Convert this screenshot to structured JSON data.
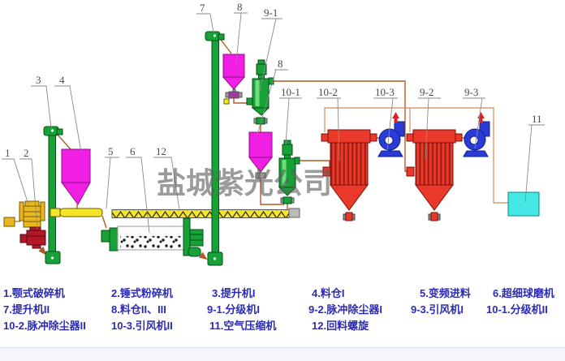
{
  "watermark": "盐城紫光公司",
  "callouts": {
    "c1": "1",
    "c2": "2",
    "c3": "3",
    "c4": "4",
    "c5": "5",
    "c6": "6",
    "c12": "12",
    "c7": "7",
    "c8a": "8",
    "c91": "9-1",
    "c8b": "8",
    "c101": "10-1",
    "c102": "10-2",
    "c103": "10-3",
    "c92": "9-2",
    "c93": "9-3",
    "c11": "11"
  },
  "legend": {
    "items": [
      "1.颚式破碎机",
      "2.锤式粉碎机",
      "3.提升机I",
      "4.料仓I",
      "5.变频进料",
      "6.超细球磨机",
      "7.提升机II",
      "8.料仓II、III",
      "9-1.分级机I",
      "9-2.脉冲除尘器I",
      "9-3.引风机I",
      "10-1.分级机II",
      "10-2.脉冲除尘器II",
      "10-3.引风机II",
      "11.空气压缩机",
      "12.回料螺旋"
    ]
  },
  "colors": {
    "elevator_green": "#17a237",
    "silo_magenta": "#f11fe3",
    "conveyor_yellow": "#f5e625",
    "crusher_gold": "#e8b820",
    "hammer_mill_red": "#b01828",
    "dust_collector_red": "#e8392b",
    "fan_blue": "#2b3bd6",
    "compressor_cyan": "#45e8e4",
    "pipe_brown": "#b05a28",
    "air_line_tan": "#cf8a55",
    "legend_blue": "#2b2bb4",
    "watermark_gray": "#5f5f5f"
  }
}
